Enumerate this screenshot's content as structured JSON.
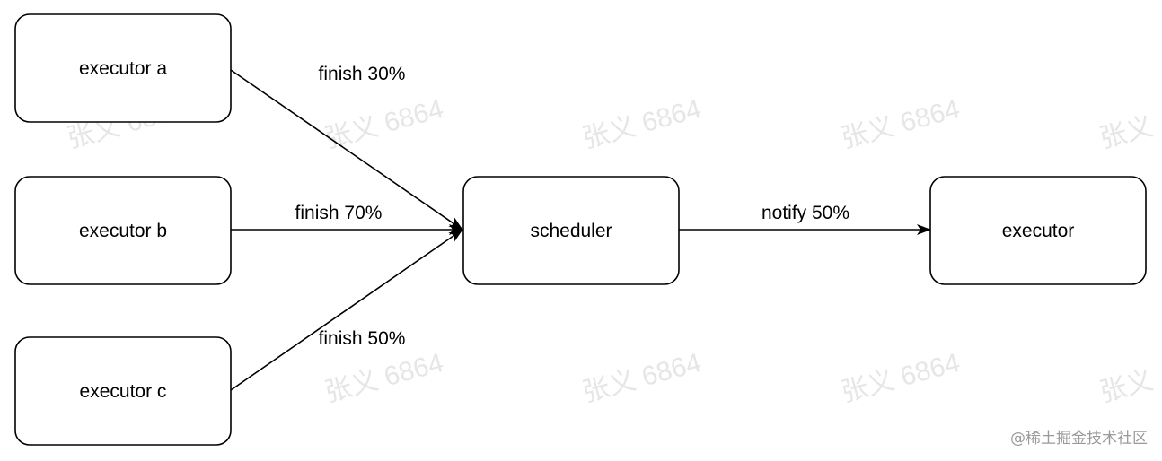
{
  "nodes": {
    "executor_a": "executor a",
    "executor_b": "executor b",
    "executor_c": "executor c",
    "scheduler": "scheduler",
    "executor": "executor"
  },
  "edges": {
    "a_to_scheduler": "finish 30%",
    "b_to_scheduler": "finish 70%",
    "c_to_scheduler": "finish 50%",
    "scheduler_to_executor": "notify 50%"
  },
  "watermark": {
    "text": "张义 6864",
    "partial_text": "张义"
  },
  "site_mark": "@稀土掘金技术社区",
  "colors": {
    "stroke": "#000000",
    "watermark": "#e6e6e6",
    "site_mark": "#9a9a9a"
  }
}
